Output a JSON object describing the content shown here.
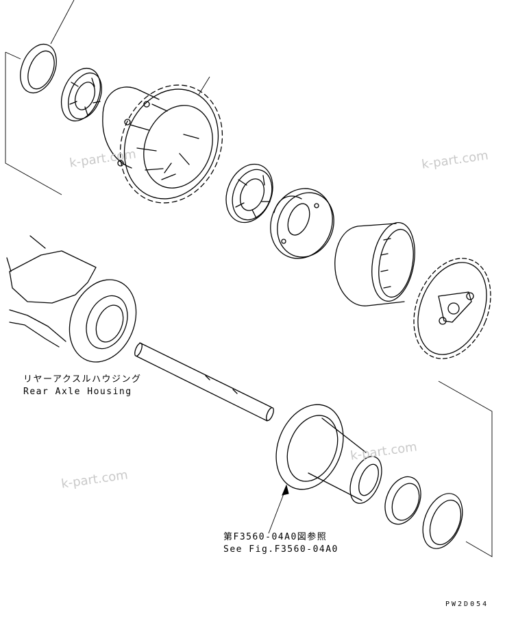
{
  "labels": {
    "rear_axle_housing_jp": "リヤーアクスルハウジング",
    "rear_axle_housing_en": "Rear Axle Housing",
    "see_fig_jp": "第F3560-04A0図参照",
    "see_fig_en": "See Fig.F3560-04A0"
  },
  "drawing_code": "PW2D054",
  "watermark": "k-part.com"
}
